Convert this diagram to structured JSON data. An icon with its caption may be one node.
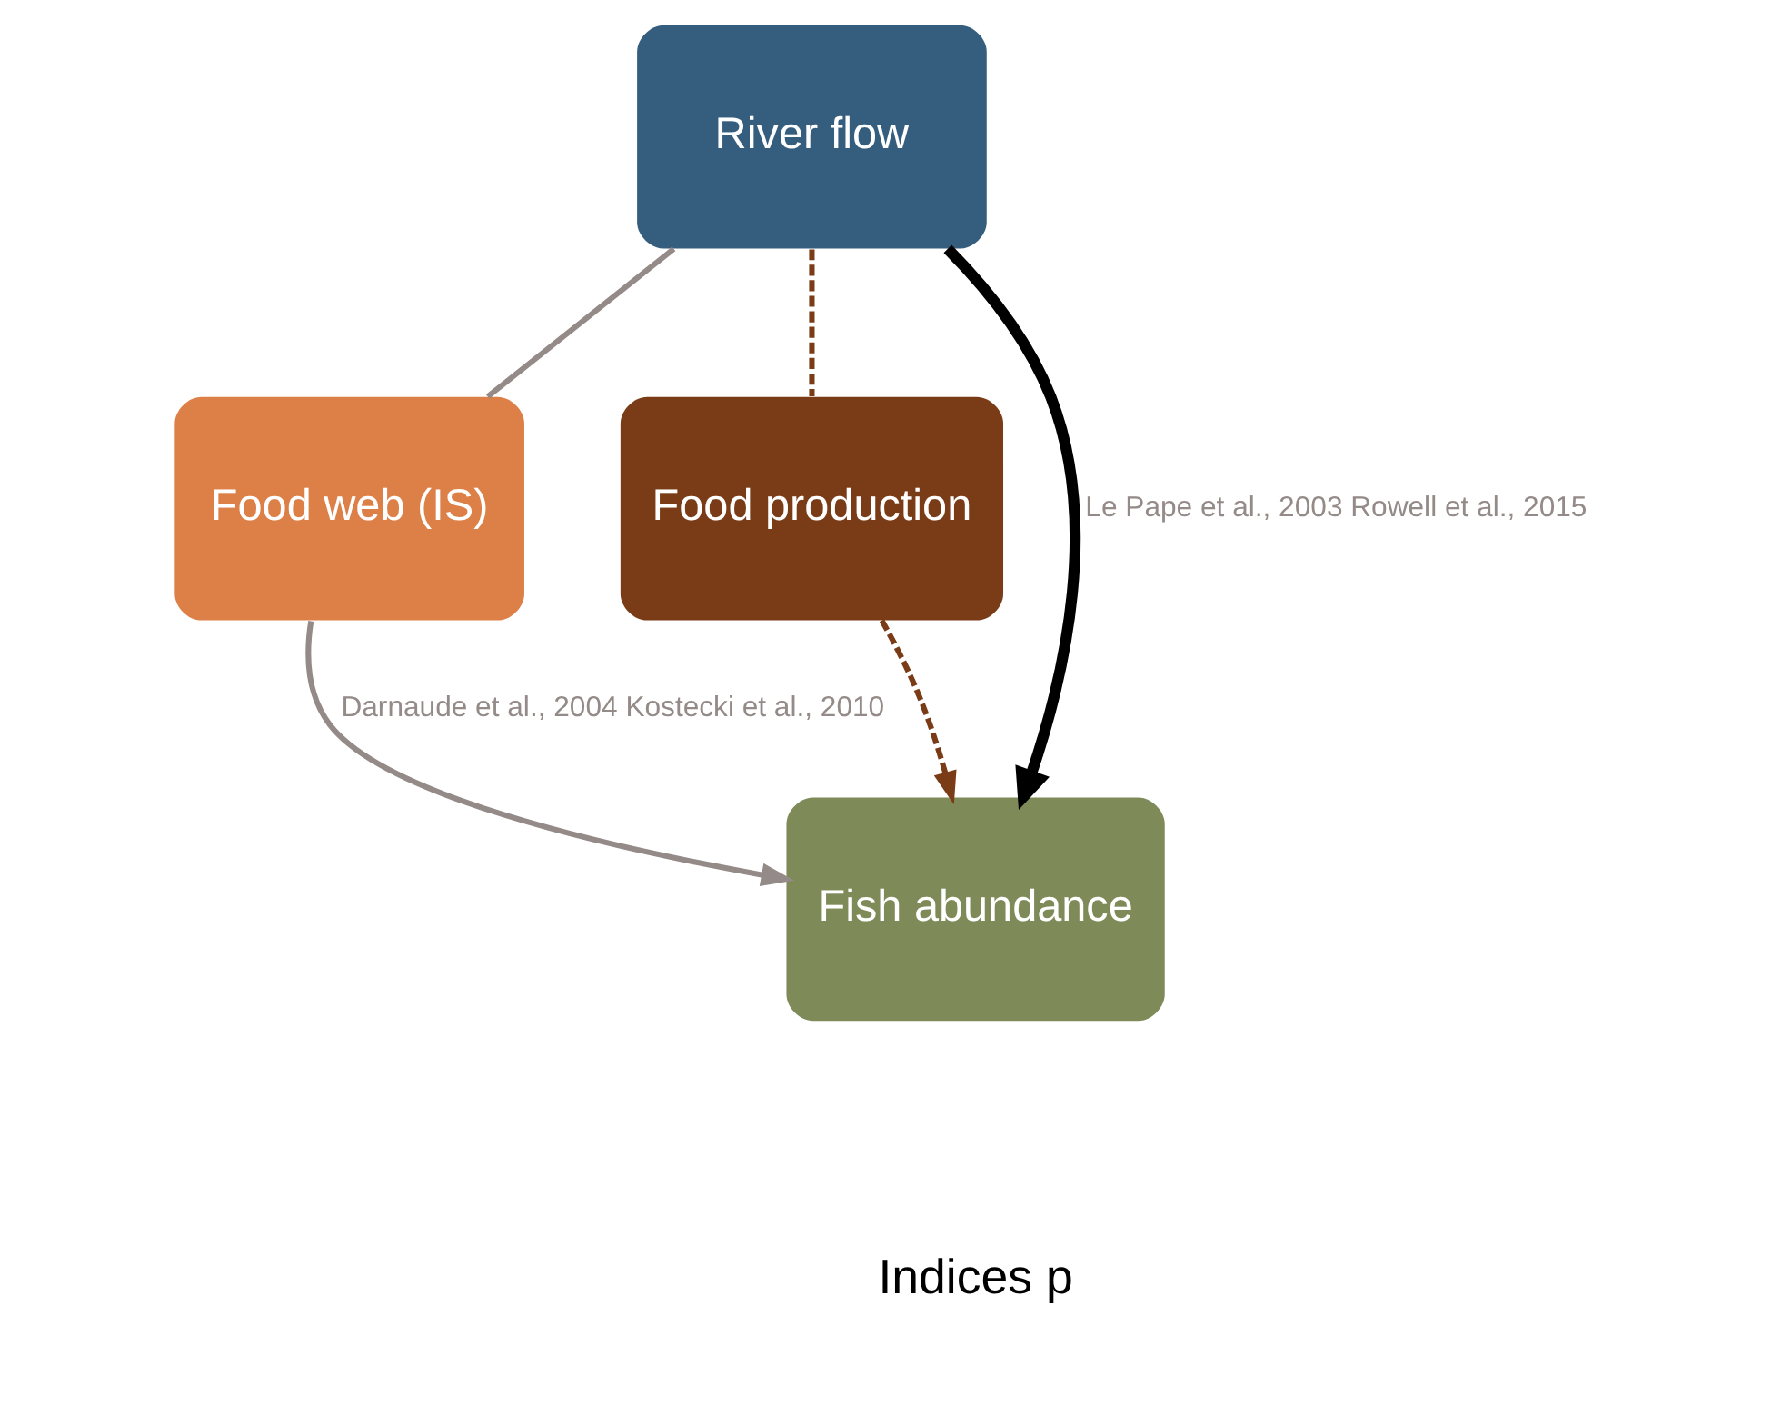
{
  "diagram": {
    "nodes": [
      {
        "text": [
          "River flow"
        ]
      },
      {
        "text": [
          "Food web (IS)"
        ]
      },
      {
        "text": [
          "Food production"
        ]
      },
      {
        "text": [
          "Fish abundance"
        ]
      }
    ],
    "edges": [
      {
        "from": 0,
        "to": 3,
        "arrow": "to",
        "label": "Le Pape et al., 2003 Rowell et al., 2015",
        "style": "thick",
        "color": "#000000"
      },
      {
        "from": 0,
        "to": 1,
        "arrow": "none"
      },
      {
        "from": 1,
        "to": 3,
        "arrow": "to",
        "label": "Darnaude et al., 2004 Kostecki et al., 2010"
      },
      {
        "from": 0,
        "to": 2,
        "arrow": "none",
        "style": "dashed",
        "color": "#7a3c17"
      },
      {
        "from": 2,
        "to": 3,
        "arrow": "to",
        "style": "dashed",
        "color": "#7a3c17"
      }
    ],
    "labels": [
      "Indices p"
    ]
  }
}
